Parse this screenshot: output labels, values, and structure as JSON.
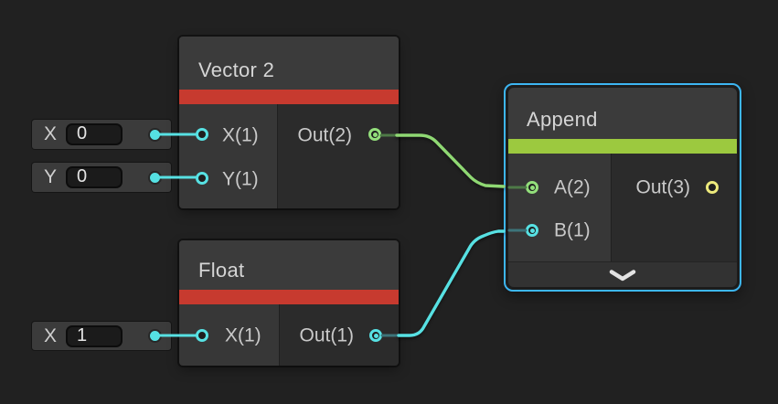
{
  "graph": {
    "widgets": [
      {
        "label": "X",
        "value": "0"
      },
      {
        "label": "Y",
        "value": "0"
      },
      {
        "label": "X",
        "value": "1"
      }
    ],
    "nodes": {
      "vector2": {
        "title": "Vector 2",
        "inputs": [
          {
            "label": "X(1)"
          },
          {
            "label": "Y(1)"
          }
        ],
        "outputs": [
          {
            "label": "Out(2)"
          }
        ]
      },
      "float1": {
        "title": "Float",
        "inputs": [
          {
            "label": "X(1)"
          }
        ],
        "outputs": [
          {
            "label": "Out(1)"
          }
        ]
      },
      "append": {
        "title": "Append",
        "selected": true,
        "inputs": [
          {
            "label": "A(2)"
          },
          {
            "label": "B(1)"
          }
        ],
        "outputs": [
          {
            "label": "Out(3)"
          }
        ]
      }
    },
    "icons": {
      "chevron": "chevron-down"
    },
    "colors": {
      "canvas_bg": "#212121",
      "node_header": "#3b3b3b",
      "node_input_section": "#373737",
      "node_output_section": "#2b2b2b",
      "accent_red": "#c73a2f",
      "accent_green": "#9cc93f",
      "port_cyan": "#57e1e3",
      "port_green": "#93df7b",
      "port_yellow": "#ece97c",
      "selection_border": "#3db6f2",
      "wire_green": "#8fd873",
      "wire_cyan": "#57e1e3"
    }
  }
}
